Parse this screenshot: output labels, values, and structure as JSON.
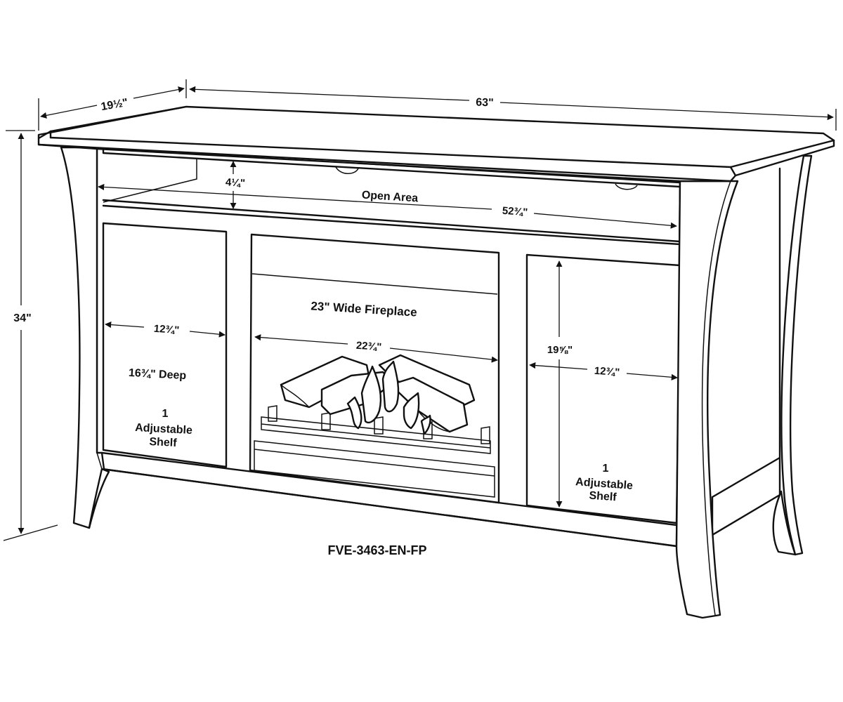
{
  "dimensions": {
    "depth": "19½\"",
    "width": "63\"",
    "height": "34\"",
    "open_area_height": "4¼\"",
    "open_area_width": "52¾\"",
    "left_cabinet_width": "12¾\"",
    "fireplace_opening_width": "22¾\"",
    "right_cabinet_height": "19⅝\"",
    "right_cabinet_width": "12¾\""
  },
  "labels": {
    "open_area": "Open Area",
    "fireplace": "23\" Wide Fireplace",
    "deep": "16¾\" Deep",
    "left_shelf": [
      "1",
      "Adjustable",
      "Shelf"
    ],
    "right_shelf": [
      "1",
      "Adjustable",
      "Shelf"
    ],
    "model": "FVE-3463-EN-FP"
  }
}
